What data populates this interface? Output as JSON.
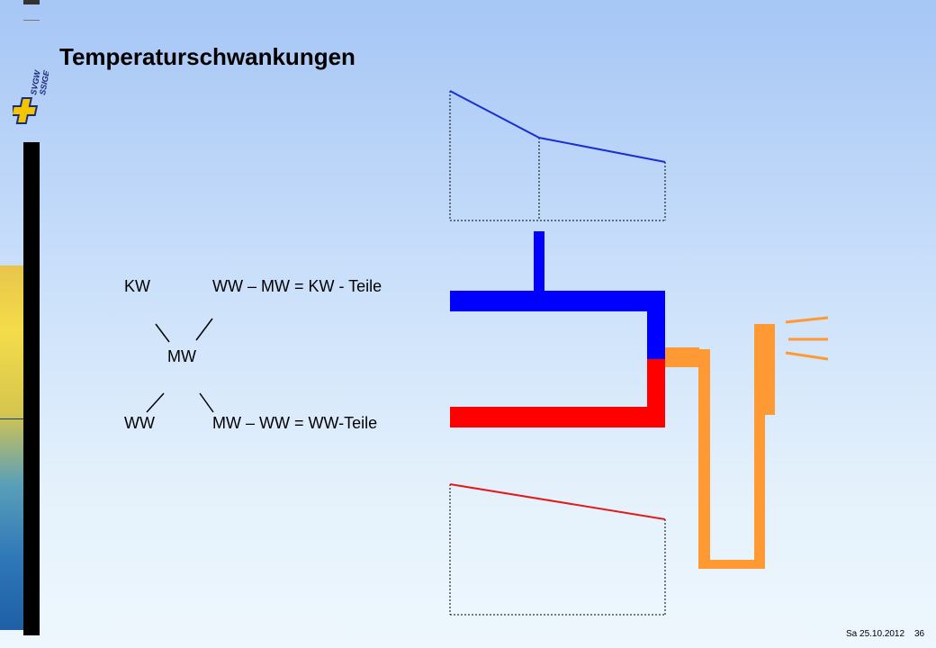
{
  "slide": {
    "title": "Temperaturschwankungen",
    "logo_text": "SVGW SSIGE",
    "footer_date": "Sa 25.10.2012",
    "footer_page": "36"
  },
  "labels": {
    "kw": "KW",
    "mw": "MW",
    "ww": "WW",
    "eq_top": "WW – MW = KW - Teile",
    "eq_bottom": "MW – WW = WW-Teile"
  },
  "colors": {
    "cold": "#0000ff",
    "hot": "#ff0000",
    "mixed": "#ff9933",
    "line_cold": "#1a2fd4",
    "line_hot": "#e21b1b"
  }
}
